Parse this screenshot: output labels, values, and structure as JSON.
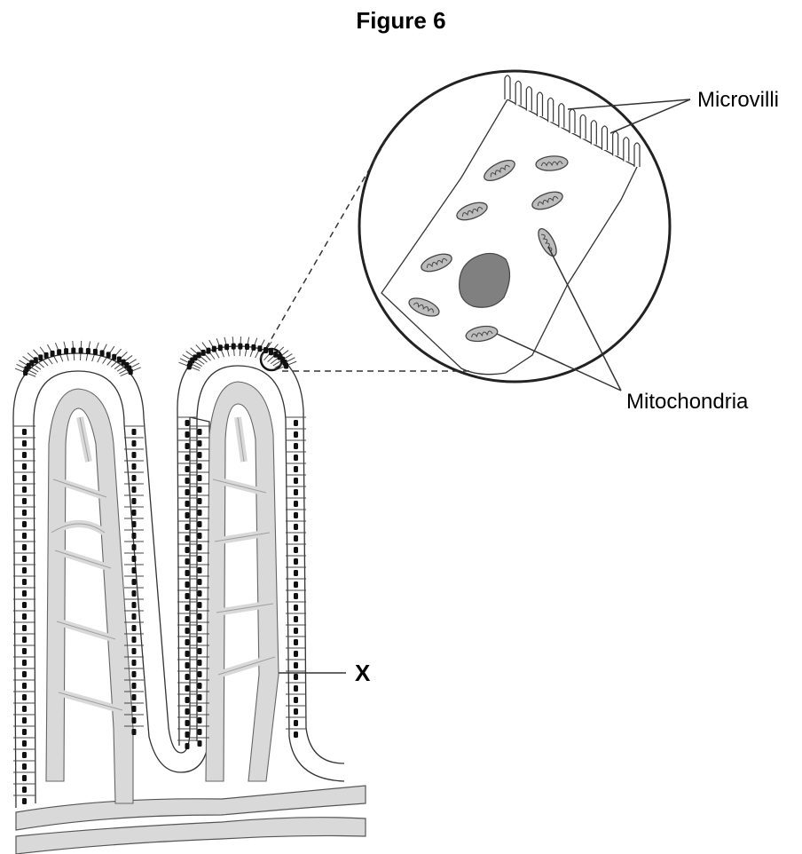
{
  "figure": {
    "title": "Figure 6"
  },
  "labels": {
    "microvilli": "Microvilli",
    "mitochondria": "Mitochondria",
    "x": "X"
  },
  "colors": {
    "outline": "#222222",
    "vessel_fill": "#d9d9d9",
    "nucleus_fill": "#808080",
    "mito_fill": "#bdbdbd",
    "leader_line": "#333333"
  }
}
